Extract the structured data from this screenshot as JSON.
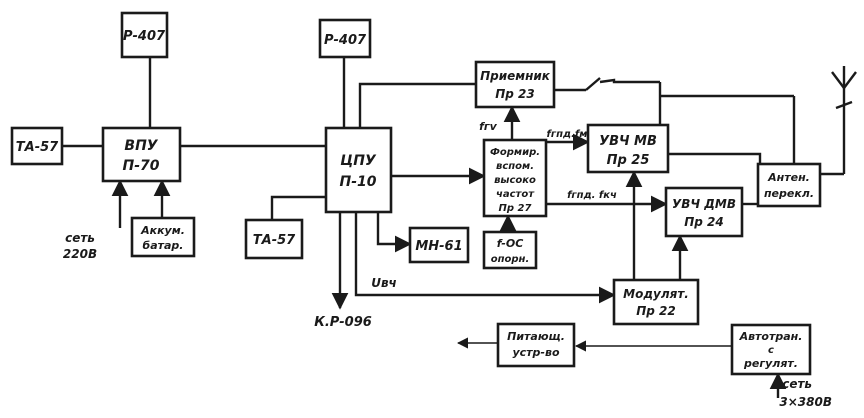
{
  "blocks": {
    "r407_left": "Р-407",
    "r407_center": "Р-407",
    "ta57_left": "ТА-57",
    "vpu": [
      "ВПУ",
      "П-70"
    ],
    "akkum": [
      "Аккум.",
      "батар."
    ],
    "tsvu": [
      "ЦПУ",
      "П-10"
    ],
    "ta57_bottom": "ТА-57",
    "mn61": "МН-61",
    "priemnik": [
      "Приемник",
      "Пр 23"
    ],
    "former": [
      "Формир.",
      "вспом.",
      "высоко",
      "частот",
      "Пр 27"
    ],
    "fos": [
      "f-ОС",
      "опорн."
    ],
    "uvch_mv": [
      "УВЧ МВ",
      "Пр 25"
    ],
    "uvch_dmv": [
      "УВЧ ДМВ",
      "Пр 24"
    ],
    "anten": [
      "Антен.",
      "перекл."
    ],
    "modul": [
      "Модулят.",
      "Пр 22"
    ],
    "pitanie": [
      "Питающ.",
      "устр-во"
    ],
    "avtotrans": [
      "Автотран.",
      "с",
      "регулят."
    ]
  },
  "labels": {
    "set220": [
      "сеть",
      "220В"
    ],
    "set380": [
      "сеть",
      "3×380В"
    ],
    "kr096": "К.Р-096",
    "uvch": "Uвч",
    "fgv": "fгv",
    "frpd_mv": "fгпд.fм",
    "frpd_kch": "fгпд. fкч"
  },
  "icons": {
    "antenna": "antenna-icon",
    "switch": "switch-contact-icon"
  }
}
